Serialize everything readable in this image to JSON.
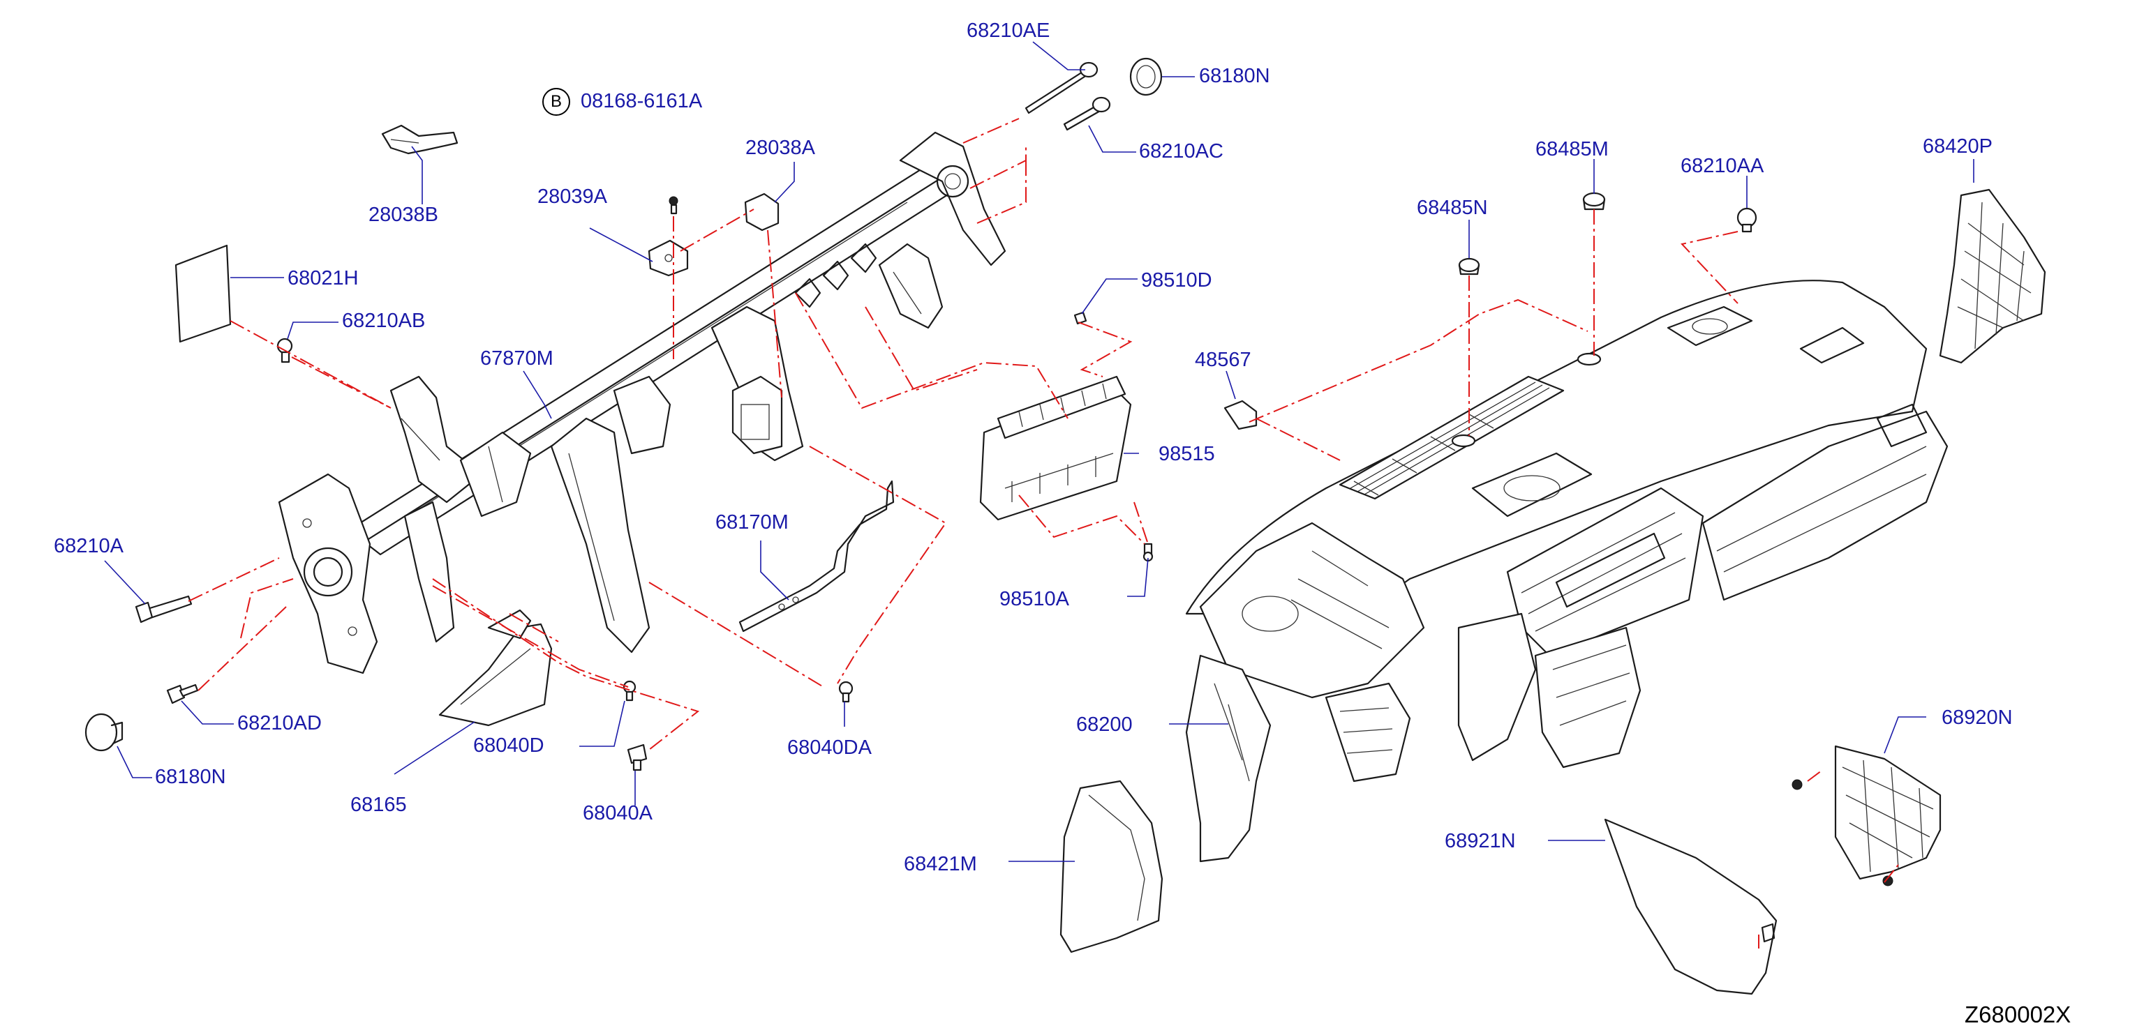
{
  "diagram_code": "Z680002X",
  "bolt_reference": {
    "mark": "B",
    "part_number": "08168-6161A"
  },
  "labels": {
    "l_68210AE": "68210AE",
    "l_68180N_top": "68180N",
    "l_68210AC": "68210AC",
    "l_28038A": "28038A",
    "l_28038B": "28038B",
    "l_28039A": "28039A",
    "l_68021H": "68021H",
    "l_68210AB": "68210AB",
    "l_67870M": "67870M",
    "l_68210A": "68210A",
    "l_68210AD": "68210AD",
    "l_68180N_bottom": "68180N",
    "l_68165": "68165",
    "l_68040D": "68040D",
    "l_68040A": "68040A",
    "l_68170M": "68170M",
    "l_68040DA": "68040DA",
    "l_98510D": "98510D",
    "l_98515": "98515",
    "l_98510A": "98510A",
    "l_48567": "48567",
    "l_68485N": "68485N",
    "l_68485M": "68485M",
    "l_68210AA": "68210AA",
    "l_68420P": "68420P",
    "l_68200": "68200",
    "l_68421M": "68421M",
    "l_68921N": "68921N",
    "l_68920N": "68920N"
  },
  "colors": {
    "label_text": "#1a1aa8",
    "leader_line": "#1a1aa8",
    "fit_line": "#e01818",
    "part_line": "#1b1b1b"
  }
}
